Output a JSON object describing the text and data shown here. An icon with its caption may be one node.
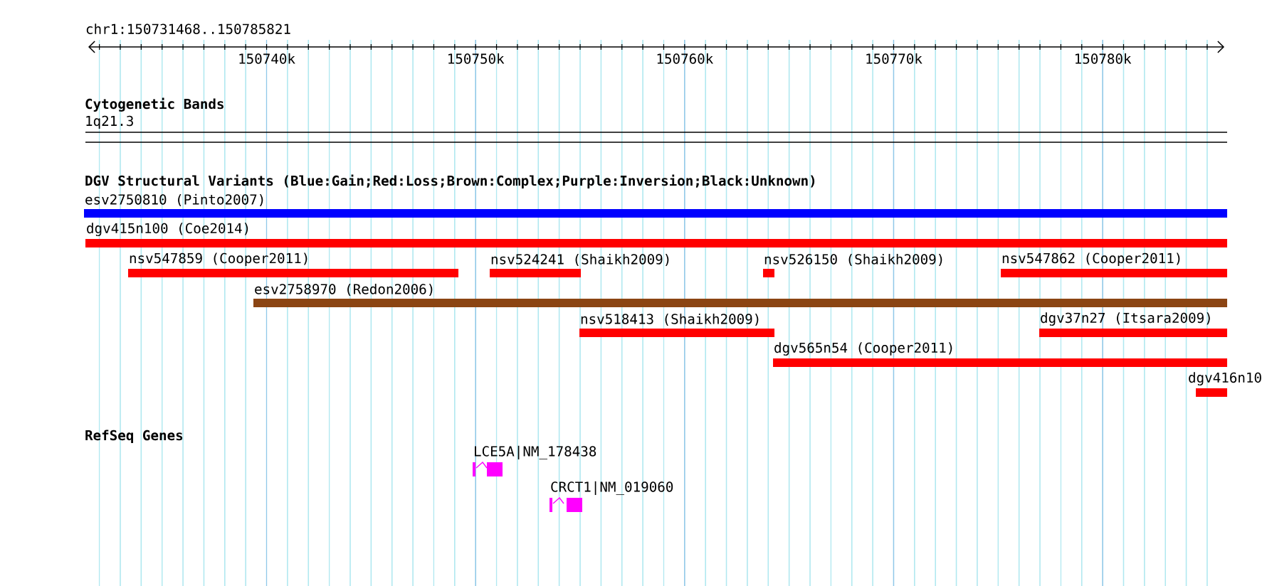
{
  "diagram": {
    "nodes": [
      {
        "text": [
          "esv2750810 (Pinto2007)"
        ]
      },
      {
        "text": [
          "dgv415n100 (Coe2014)"
        ]
      },
      {
        "text": [
          "nsv547859 (Cooper2011)"
        ]
      },
      {
        "text": [
          "nsv524241 (Shaikh2009)"
        ]
      },
      {
        "text": [
          "nsv526150 (Shaikh2009)"
        ]
      },
      {
        "text": [
          "nsv547862 (Cooper2011)"
        ]
      },
      {
        "text": [
          "esv2758970 (Redon2006)"
        ]
      },
      {
        "text": [
          "nsv518413 (Shaikh2009)"
        ]
      },
      {
        "text": [
          "dgv37n27 (Itsara2009)"
        ]
      },
      {
        "text": [
          "dgv565n54 (Cooper2011)"
        ]
      },
      {
        "text": [
          "dgv416n10"
        ]
      },
      {
        "text": [
          "LCE5A|NM_178438"
        ]
      },
      {
        "text": [
          "CRCT1|NM_019060"
        ]
      }
    ],
    "labels": [
      "chr1:150731468..150785821",
      "150740k",
      "150750k",
      "150760k",
      "150770k",
      "150780k",
      "Cytogenetic Bands",
      "1q21.3",
      "DGV Structural Variants (Blue:Gain;Red:Loss;Brown:Complex;Purple:Inversion;Black:Unknown)",
      "RefSeq Genes"
    ]
  }
}
